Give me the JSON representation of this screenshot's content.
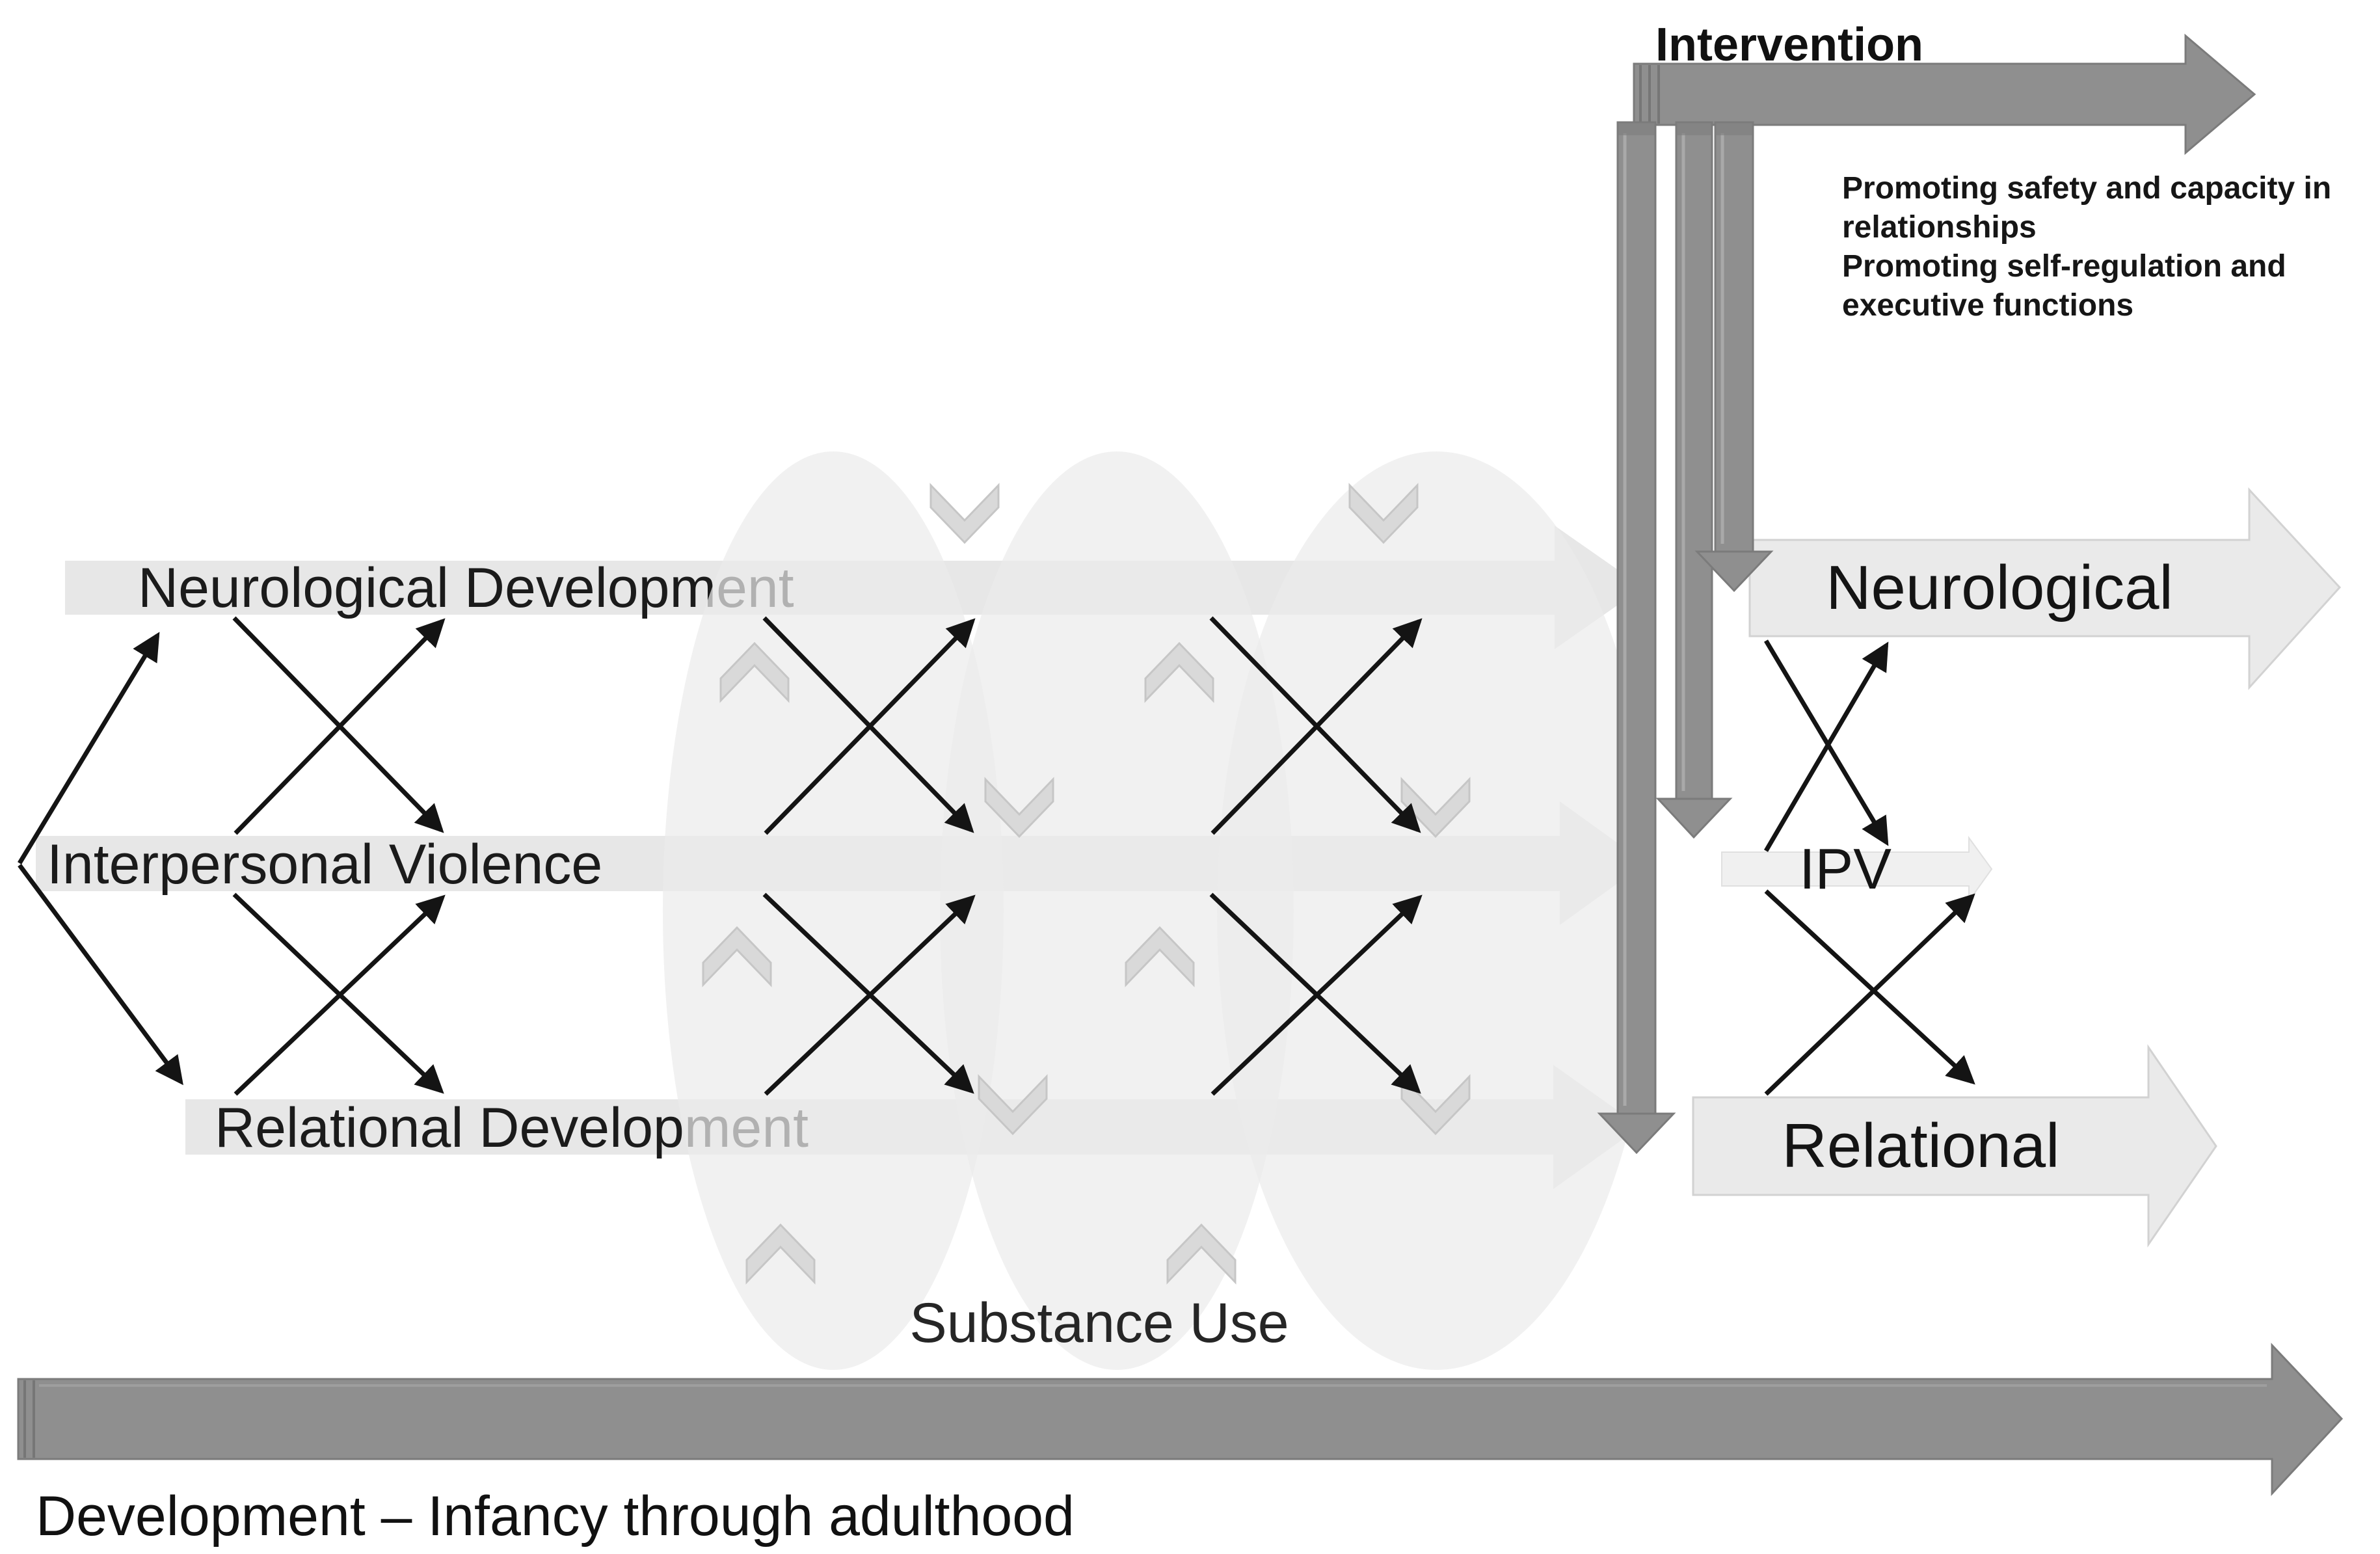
{
  "intervention": {
    "label": "Intervention",
    "notes": [
      "Promoting safety and capacity in",
      "relationships",
      "Promoting self-regulation and",
      "executive functions"
    ]
  },
  "left_bands": {
    "neurological": "Neurological Development",
    "ipv": "Interpersonal Violence",
    "relational": "Relational Development"
  },
  "right_bands": {
    "neurological": "Neurological",
    "ipv": "IPV",
    "relational": "Relational"
  },
  "substance": {
    "label": "Substance Use"
  },
  "development": {
    "label": "Development – Infancy through adulthood"
  },
  "icons": {
    "chevron_up": "chevron-up-icon",
    "chevron_down": "chevron-down-icon",
    "arrowhead": "arrowhead-icon"
  },
  "colors": {
    "dark_arrow": "#8f8f8f",
    "dark_arrow_edge": "#7b7b7b",
    "light_band": "#e7e7e7",
    "right_band": "#eaeaea",
    "ellipse": "#ebebeb",
    "chevron": "#d9d9d9",
    "connector": "#141414",
    "text": "#1b1b1b"
  }
}
